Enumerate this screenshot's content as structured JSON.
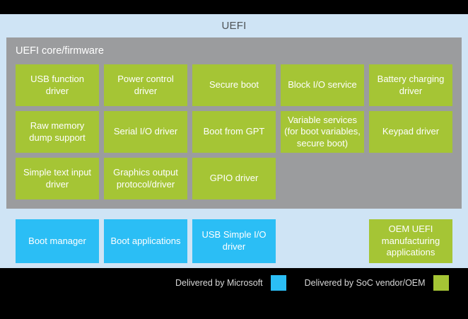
{
  "diagram": {
    "title": "UEFI",
    "core_panel": {
      "title": "UEFI core/firmware",
      "rows": [
        [
          {
            "label": "USB function driver",
            "kind": "green"
          },
          {
            "label": "Power control driver",
            "kind": "green"
          },
          {
            "label": "Secure boot",
            "kind": "green"
          },
          {
            "label": "Block I/O service",
            "kind": "green"
          },
          {
            "label": "Battery charging driver",
            "kind": "green"
          }
        ],
        [
          {
            "label": "Raw memory dump support",
            "kind": "green"
          },
          {
            "label": "Serial I/O driver",
            "kind": "green"
          },
          {
            "label": "Boot from GPT",
            "kind": "green"
          },
          {
            "label": "Variable services (for boot variables, secure boot)",
            "kind": "green"
          },
          {
            "label": "Keypad driver",
            "kind": "green"
          }
        ],
        [
          {
            "label": "Simple text input driver",
            "kind": "green"
          },
          {
            "label": "Graphics output protocol/driver",
            "kind": "green"
          },
          {
            "label": "GPIO driver",
            "kind": "green"
          },
          {
            "label": "",
            "kind": "empty"
          },
          {
            "label": "",
            "kind": "empty"
          }
        ]
      ]
    },
    "application_row": [
      {
        "label": "Boot manager",
        "kind": "blue"
      },
      {
        "label": "Boot applications",
        "kind": "blue"
      },
      {
        "label": "USB Simple I/O driver",
        "kind": "blue"
      },
      {
        "label": "",
        "kind": "spacer"
      },
      {
        "label": "OEM UEFI manufacturing applications",
        "kind": "green"
      }
    ],
    "legend": {
      "items": [
        {
          "label": "Delivered by Microsoft",
          "swatch": "blue"
        },
        {
          "label": "Delivered by SoC vendor/OEM",
          "swatch": "green"
        }
      ]
    },
    "colors": {
      "green": "#a5c535",
      "blue": "#2bbef5",
      "gray_panel": "#9b9c9e",
      "canvas_blue": "#cfe4f5",
      "footer": "#000000",
      "title_text": "#4f5457",
      "legend_text": "#d8d8d8"
    }
  }
}
